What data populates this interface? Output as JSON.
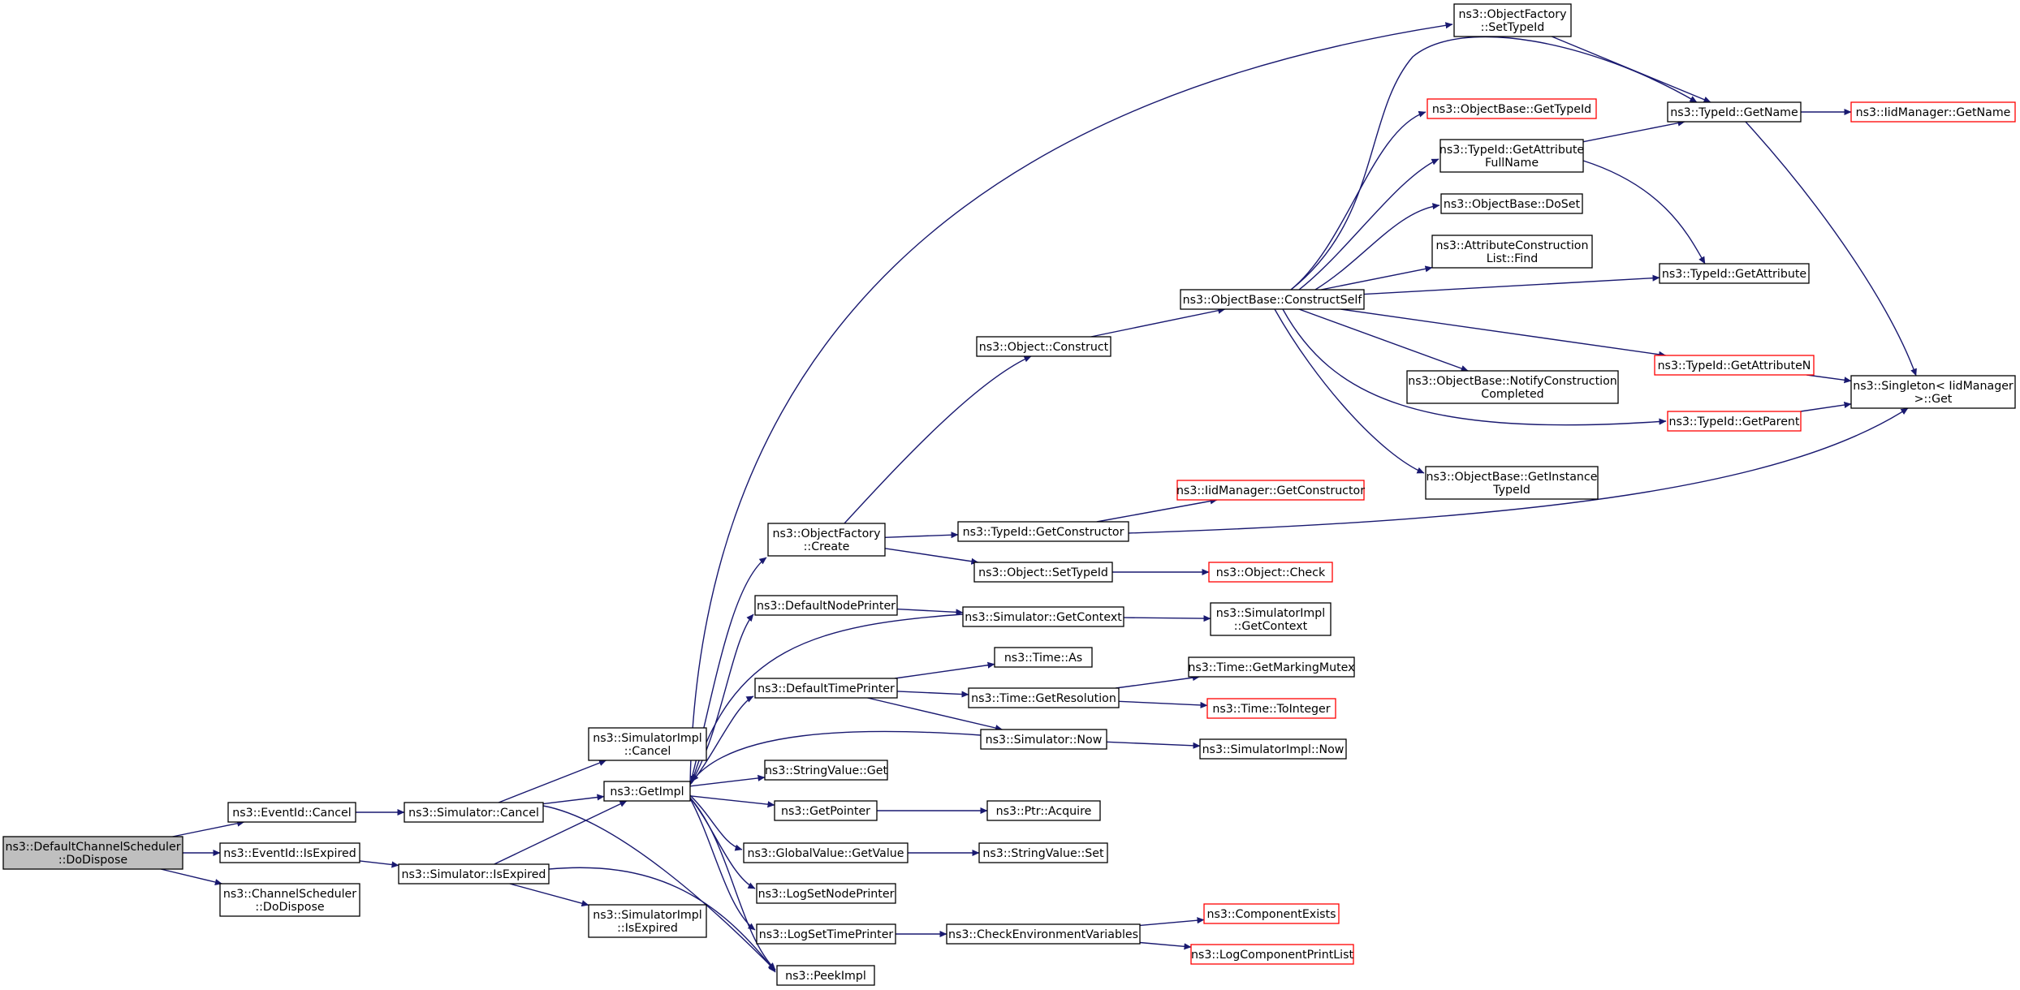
{
  "nodes": [
    {
      "id": "root",
      "lines": [
        "ns3::DefaultChannelScheduler",
        "::DoDispose"
      ],
      "kind": "root"
    },
    {
      "id": "evcancel",
      "lines": [
        "ns3::EventId::Cancel"
      ],
      "kind": "normal"
    },
    {
      "id": "evexpired",
      "lines": [
        "ns3::EventId::IsExpired"
      ],
      "kind": "normal"
    },
    {
      "id": "chdispose",
      "lines": [
        "ns3::ChannelScheduler",
        "::DoDispose"
      ],
      "kind": "normal"
    },
    {
      "id": "simcancel",
      "lines": [
        "ns3::Simulator::Cancel"
      ],
      "kind": "normal"
    },
    {
      "id": "simexpired",
      "lines": [
        "ns3::Simulator::IsExpired"
      ],
      "kind": "normal"
    },
    {
      "id": "simimplcancel",
      "lines": [
        "ns3::SimulatorImpl",
        "::Cancel"
      ],
      "kind": "normal"
    },
    {
      "id": "simimplexpired",
      "lines": [
        "ns3::SimulatorImpl",
        "::IsExpired"
      ],
      "kind": "normal"
    },
    {
      "id": "getimpl",
      "lines": [
        "ns3::GetImpl"
      ],
      "kind": "normal"
    },
    {
      "id": "peekimpl",
      "lines": [
        "ns3::PeekImpl"
      ],
      "kind": "normal"
    },
    {
      "id": "ofcreate",
      "lines": [
        "ns3::ObjectFactory",
        "::Create"
      ],
      "kind": "normal"
    },
    {
      "id": "defnodeprinter",
      "lines": [
        "ns3::DefaultNodePrinter"
      ],
      "kind": "normal"
    },
    {
      "id": "deftimeprinter",
      "lines": [
        "ns3::DefaultTimePrinter"
      ],
      "kind": "normal"
    },
    {
      "id": "strvalget",
      "lines": [
        "ns3::StringValue::Get"
      ],
      "kind": "normal"
    },
    {
      "id": "getpointer",
      "lines": [
        "ns3::GetPointer"
      ],
      "kind": "normal"
    },
    {
      "id": "gvgetvalue",
      "lines": [
        "ns3::GlobalValue::GetValue"
      ],
      "kind": "normal"
    },
    {
      "id": "logsetnode",
      "lines": [
        "ns3::LogSetNodePrinter"
      ],
      "kind": "normal"
    },
    {
      "id": "logsettime",
      "lines": [
        "ns3::LogSetTimePrinter"
      ],
      "kind": "normal"
    },
    {
      "id": "objconstruct",
      "lines": [
        "ns3::Object::Construct"
      ],
      "kind": "normal"
    },
    {
      "id": "tidgetctor",
      "lines": [
        "ns3::TypeId::GetConstructor"
      ],
      "kind": "normal"
    },
    {
      "id": "objsettypeid",
      "lines": [
        "ns3::Object::SetTypeId"
      ],
      "kind": "normal"
    },
    {
      "id": "simgetcontext",
      "lines": [
        "ns3::Simulator::GetContext"
      ],
      "kind": "normal"
    },
    {
      "id": "timeas",
      "lines": [
        "ns3::Time::As"
      ],
      "kind": "normal"
    },
    {
      "id": "timegetres",
      "lines": [
        "ns3::Time::GetResolution"
      ],
      "kind": "normal"
    },
    {
      "id": "simnow",
      "lines": [
        "ns3::Simulator::Now"
      ],
      "kind": "normal"
    },
    {
      "id": "ptracquire",
      "lines": [
        "ns3::Ptr::Acquire"
      ],
      "kind": "normal"
    },
    {
      "id": "strvalset",
      "lines": [
        "ns3::StringValue::Set"
      ],
      "kind": "normal"
    },
    {
      "id": "checkenv",
      "lines": [
        "ns3::CheckEnvironmentVariables"
      ],
      "kind": "normal"
    },
    {
      "id": "obconstructself",
      "lines": [
        "ns3::ObjectBase::ConstructSelf"
      ],
      "kind": "normal"
    },
    {
      "id": "iidgetctor",
      "lines": [
        "ns3::IidManager::GetConstructor"
      ],
      "kind": "ext"
    },
    {
      "id": "objcheck",
      "lines": [
        "ns3::Object::Check"
      ],
      "kind": "ext"
    },
    {
      "id": "simimplgetctx",
      "lines": [
        "ns3::SimulatorImpl",
        "::GetContext"
      ],
      "kind": "normal"
    },
    {
      "id": "timemutex",
      "lines": [
        "ns3::Time::GetMarkingMutex"
      ],
      "kind": "normal"
    },
    {
      "id": "timetoint",
      "lines": [
        "ns3::Time::ToInteger"
      ],
      "kind": "ext"
    },
    {
      "id": "simimplnow",
      "lines": [
        "ns3::SimulatorImpl::Now"
      ],
      "kind": "normal"
    },
    {
      "id": "compexists",
      "lines": [
        "ns3::ComponentExists"
      ],
      "kind": "ext"
    },
    {
      "id": "logcompprint",
      "lines": [
        "ns3::LogComponentPrintList"
      ],
      "kind": "ext"
    },
    {
      "id": "ofsettypeid",
      "lines": [
        "ns3::ObjectFactory",
        "::SetTypeId"
      ],
      "kind": "normal"
    },
    {
      "id": "obgettypeid",
      "lines": [
        "ns3::ObjectBase::GetTypeId"
      ],
      "kind": "ext"
    },
    {
      "id": "tidgetattrfull",
      "lines": [
        "ns3::TypeId::GetAttribute",
        "FullName"
      ],
      "kind": "normal"
    },
    {
      "id": "obdoset",
      "lines": [
        "ns3::ObjectBase::DoSet"
      ],
      "kind": "normal"
    },
    {
      "id": "acfind",
      "lines": [
        "ns3::AttributeConstruction",
        "List::Find"
      ],
      "kind": "normal"
    },
    {
      "id": "obnotify",
      "lines": [
        "ns3::ObjectBase::NotifyConstruction",
        "Completed"
      ],
      "kind": "normal"
    },
    {
      "id": "obgetinst",
      "lines": [
        "ns3::ObjectBase::GetInstance",
        "TypeId"
      ],
      "kind": "normal"
    },
    {
      "id": "tidgetname",
      "lines": [
        "ns3::TypeId::GetName"
      ],
      "kind": "normal"
    },
    {
      "id": "tidgetattr",
      "lines": [
        "ns3::TypeId::GetAttribute"
      ],
      "kind": "normal"
    },
    {
      "id": "tidgetattrn",
      "lines": [
        "ns3::TypeId::GetAttributeN"
      ],
      "kind": "ext"
    },
    {
      "id": "tidgetparent",
      "lines": [
        "ns3::TypeId::GetParent"
      ],
      "kind": "ext"
    },
    {
      "id": "iidgetname",
      "lines": [
        "ns3::IidManager::GetName"
      ],
      "kind": "ext"
    },
    {
      "id": "singletonget",
      "lines": [
        "ns3::Singleton< IidManager",
        ">::Get"
      ],
      "kind": "normal"
    }
  ],
  "edges": [
    [
      "root",
      "evcancel"
    ],
    [
      "root",
      "evexpired"
    ],
    [
      "root",
      "chdispose"
    ],
    [
      "evcancel",
      "simcancel"
    ],
    [
      "evexpired",
      "simexpired"
    ],
    [
      "simcancel",
      "simimplcancel"
    ],
    [
      "simcancel",
      "getimpl"
    ],
    [
      "simcancel",
      "peekimpl"
    ],
    [
      "simexpired",
      "getimpl"
    ],
    [
      "simexpired",
      "simimplexpired"
    ],
    [
      "simexpired",
      "peekimpl"
    ],
    [
      "getimpl",
      "ofcreate"
    ],
    [
      "getimpl",
      "defnodeprinter"
    ],
    [
      "getimpl",
      "deftimeprinter"
    ],
    [
      "getimpl",
      "strvalget"
    ],
    [
      "getimpl",
      "getpointer"
    ],
    [
      "getimpl",
      "gvgetvalue"
    ],
    [
      "getimpl",
      "logsetnode"
    ],
    [
      "getimpl",
      "logsettime"
    ],
    [
      "getimpl",
      "peekimpl"
    ],
    [
      "getimpl",
      "ofsettypeid"
    ],
    [
      "ofcreate",
      "objconstruct"
    ],
    [
      "ofcreate",
      "tidgetctor"
    ],
    [
      "ofcreate",
      "objsettypeid"
    ],
    [
      "defnodeprinter",
      "simgetcontext"
    ],
    [
      "deftimeprinter",
      "timeas"
    ],
    [
      "deftimeprinter",
      "timegetres"
    ],
    [
      "deftimeprinter",
      "simnow"
    ],
    [
      "getpointer",
      "ptracquire"
    ],
    [
      "gvgetvalue",
      "strvalset"
    ],
    [
      "logsettime",
      "checkenv"
    ],
    [
      "objconstruct",
      "obconstructself"
    ],
    [
      "tidgetctor",
      "iidgetctor"
    ],
    [
      "tidgetctor",
      "singletonget"
    ],
    [
      "objsettypeid",
      "objcheck"
    ],
    [
      "simgetcontext",
      "getimpl"
    ],
    [
      "simgetcontext",
      "simimplgetctx"
    ],
    [
      "timegetres",
      "timemutex"
    ],
    [
      "timegetres",
      "timetoint"
    ],
    [
      "simnow",
      "getimpl"
    ],
    [
      "simnow",
      "simimplnow"
    ],
    [
      "checkenv",
      "compexists"
    ],
    [
      "checkenv",
      "logcompprint"
    ],
    [
      "ofsettypeid",
      "tidgetname"
    ],
    [
      "obconstructself",
      "obgettypeid"
    ],
    [
      "obconstructself",
      "tidgetattrfull"
    ],
    [
      "obconstructself",
      "obdoset"
    ],
    [
      "obconstructself",
      "acfind"
    ],
    [
      "obconstructself",
      "obnotify"
    ],
    [
      "obconstructself",
      "obgetinst"
    ],
    [
      "obconstructself",
      "tidgetname"
    ],
    [
      "obconstructself",
      "tidgetattr"
    ],
    [
      "obconstructself",
      "tidgetattrn"
    ],
    [
      "obconstructself",
      "tidgetparent"
    ],
    [
      "tidgetattrfull",
      "tidgetname"
    ],
    [
      "tidgetattrfull",
      "tidgetattr"
    ],
    [
      "tidgetname",
      "iidgetname"
    ],
    [
      "tidgetname",
      "singletonget"
    ],
    [
      "tidgetattrn",
      "singletonget"
    ],
    [
      "tidgetparent",
      "singletonget"
    ]
  ]
}
